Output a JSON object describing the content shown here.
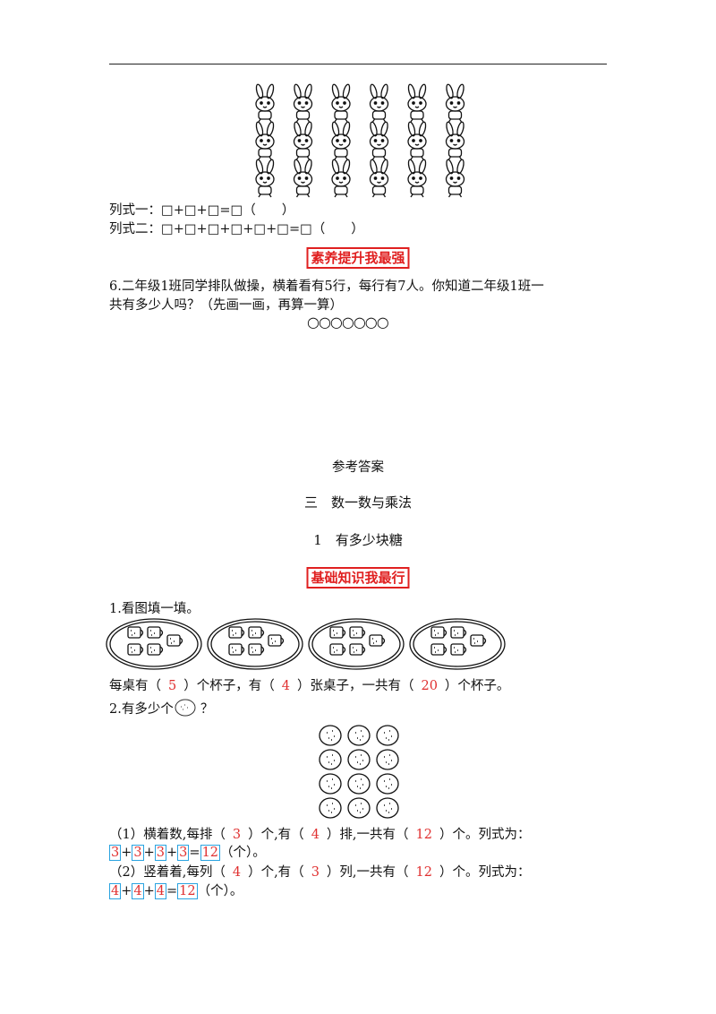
{
  "part_a": {
    "formula1": "列式一：□+□+□=□（　　）",
    "formula2": "列式二：□+□+□+□+□+□=□（　　）",
    "section_label": "素养提升我最强",
    "q6_line1": "6.二年级1班同学排队做操，横着看有5行，每行有7人。你知道二年级1班一",
    "q6_line2": "共有多少人吗？（先画一画，再算一算）",
    "circles": "○○○○○○○"
  },
  "answers": {
    "title": "参考答案",
    "chapter": "三　数一数与乘法",
    "lesson": "1　有多少块糖",
    "section_label": "基础知识我最行",
    "q1_prompt": "1.看图填一填。",
    "q1_answer": {
      "p1": "每桌有（",
      "a1": "5",
      "p2": "）个杯子，有（",
      "a2": "4",
      "p3": "）张桌子，一共有（",
      "a3": "20",
      "p4": "）个杯子。"
    },
    "q2_prompt_a": "2.有多少个",
    "q2_prompt_b": "？",
    "q2_row1": {
      "p1": "（1）横着数,每排（",
      "a1": "3",
      "p2": "）个,有（",
      "a2": "4",
      "p3": "）排,一共有（",
      "a3": "12",
      "p4": "）个。列式为："
    },
    "q2_formula1": {
      "n": [
        "3",
        "3",
        "3",
        "3",
        "12"
      ],
      "unit": "（个）。"
    },
    "q2_row2": {
      "p1": "（2）竖着着,每列（",
      "a1": "4",
      "p2": "）个,有（",
      "a2": "3",
      "p3": "）列,一共有（",
      "a3": "12",
      "p4": "）个。列式为："
    },
    "q2_formula2": {
      "n": [
        "4",
        "4",
        "4",
        "12"
      ],
      "unit": "（个）。"
    }
  },
  "colors": {
    "accent": "#e02020",
    "answer": "#e03030",
    "box": "#29a3e0"
  }
}
